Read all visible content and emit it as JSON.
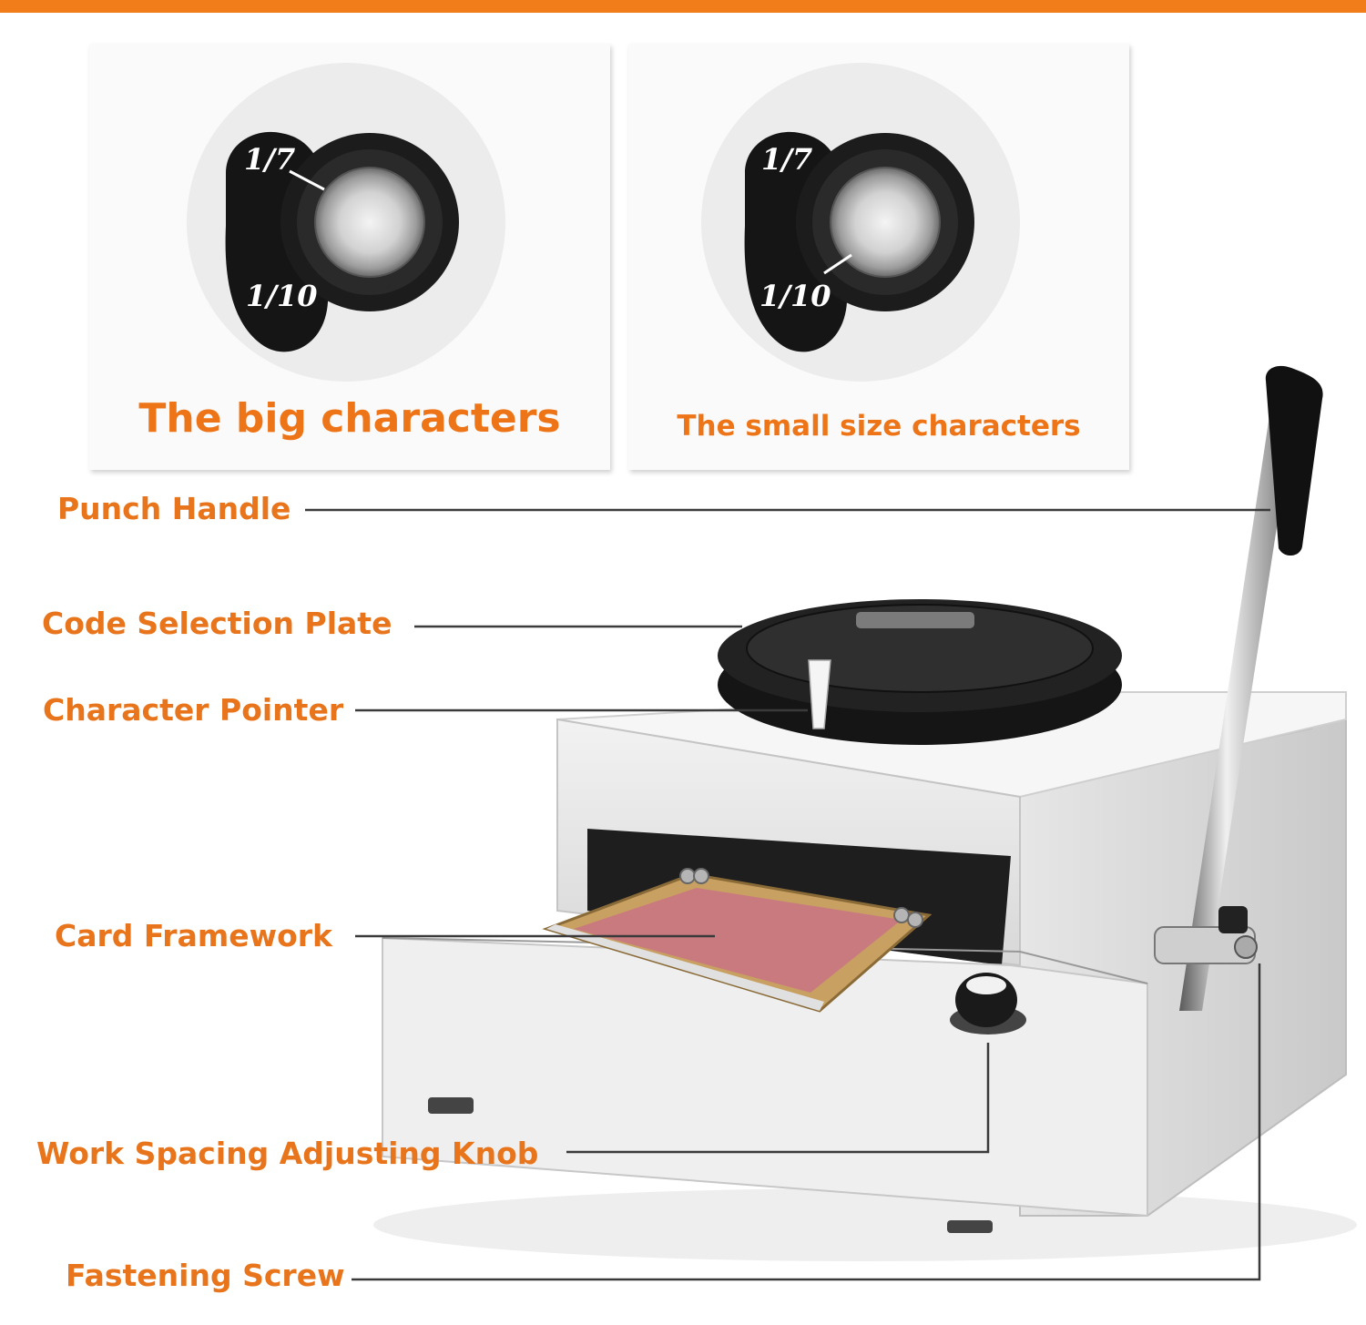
{
  "figure": {
    "accent_color": "#f07d1a",
    "panels": [
      {
        "caption": "The big characters",
        "dial_marks": [
          "1/7",
          "1/10"
        ],
        "selected": "1/7"
      },
      {
        "caption": "The small size characters",
        "dial_marks": [
          "1/7",
          "1/10"
        ],
        "selected": "1/10"
      }
    ],
    "callouts": [
      {
        "label": "Punch Handle"
      },
      {
        "label": "Code Selection Plate"
      },
      {
        "label": "Character Pointer"
      },
      {
        "label": "Card Framework"
      },
      {
        "label": "Work Spacing Adjusting Knob"
      },
      {
        "label": "Fastening Screw"
      }
    ]
  }
}
